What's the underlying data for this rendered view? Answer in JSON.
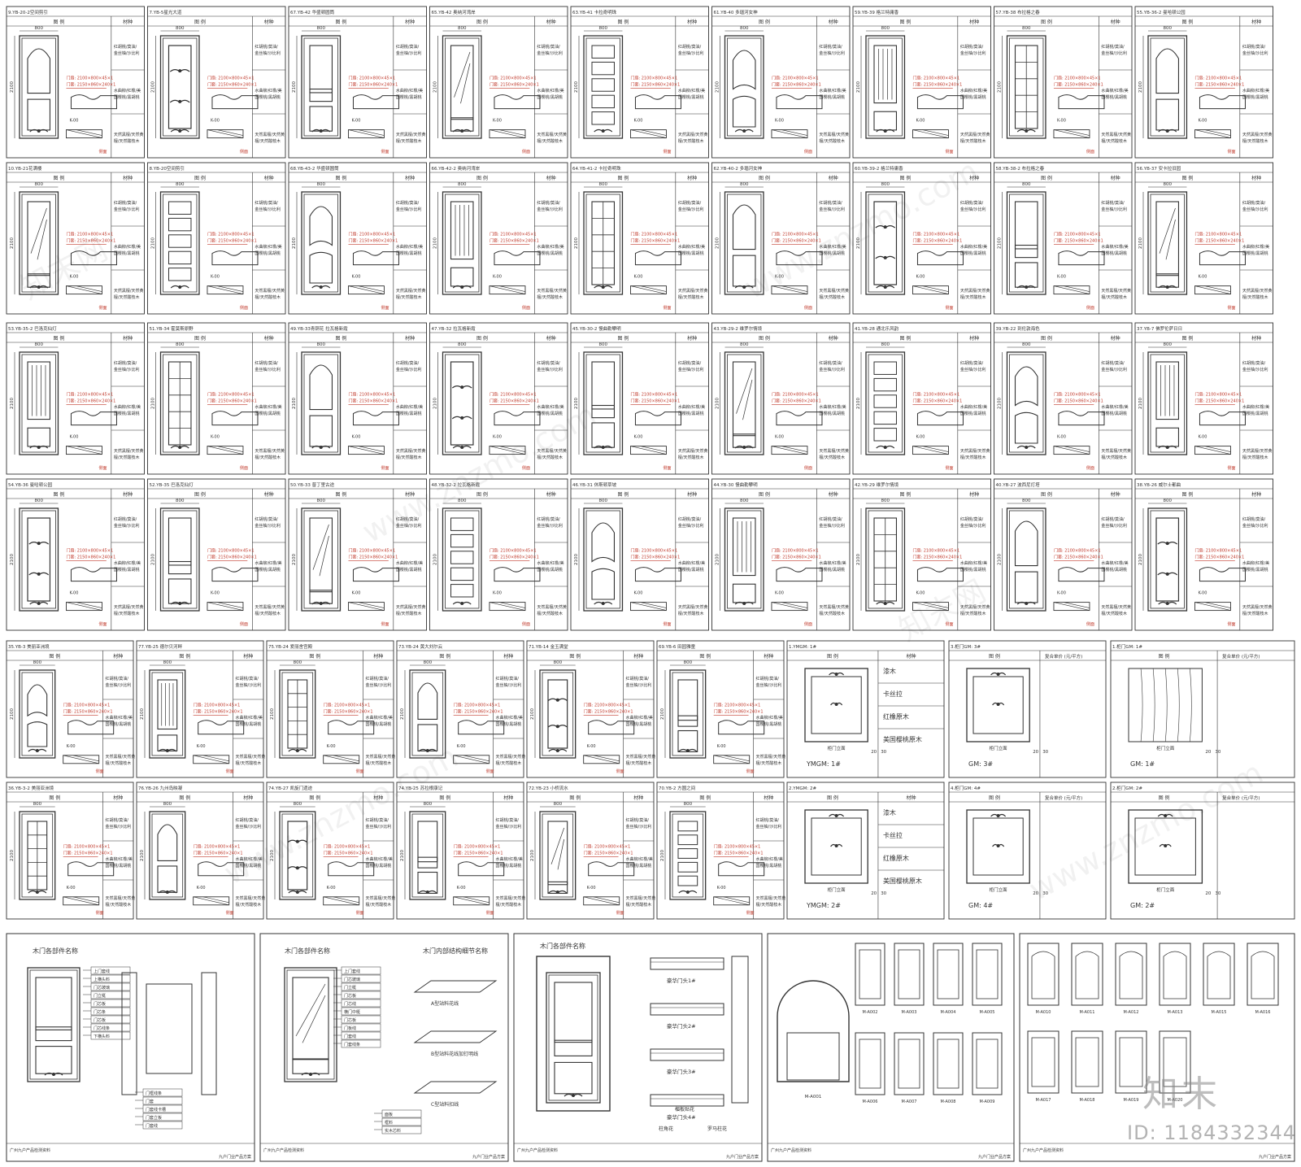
{
  "sheet": {
    "header_left": "图 例",
    "header_right": "材种",
    "dim_width": "800",
    "dim_height": "2100",
    "material_labels": [
      "红胡桃/莫油/金丝柚/沙比利",
      "水曲柳/红橡/美国樱桃/黑胡桃",
      "天然黑檀/天然黄檀/天然酸枝木"
    ],
    "material_labels_alt": [
      "红胡桃/莫油/金丝柚/沙比利",
      "水曲柳/红橡/美国樱桃/黑胡桃",
      "天然黑檀/天然黄檀/天然酸枝木"
    ],
    "door_size_1": "门扇: 2100×800×45×1",
    "door_size_2": "门套: 2150×860×240×1",
    "profile_code": "K-00",
    "section_label": "侧面",
    "color_accent": "#c0392b",
    "color_line": "#333333"
  },
  "row1_titles": [
    "9.YB-20-2空间剪引",
    "7.YB-5星光大道",
    "67.YB-42 华盛顿圆筒",
    "65.YB-42 奥纳河湾岸",
    "63.YB-41 卡拉奇明珠",
    "61.YB-40 多瑙河女神",
    "59.YB-39 格兰特庸香",
    "57.YB-38 布拉格之春",
    "55.YB-36-2 曼哈顿公园"
  ],
  "row2_titles": [
    "10.YB-21花满楼",
    "8.YB-20空间剪引",
    "68.YB-43-2 华盛顿圆筒",
    "66.YB-42-2 奥纳河湾岸",
    "64.YB-41-2 卡拉奇明珠",
    "62.YB-40-2 多瑙河女神",
    "60.YB-39-2 格兰特庸香",
    "58.YB-38-2 布拉格之春",
    "56.YB-37 安卡拉旧园"
  ],
  "row3_titles": [
    "53.YB-35-2 巴洛克仙灯",
    "51.YB-34 霍莫斯原野",
    "49.YB-33青铜花 拉瓦格新霞",
    "47.YB-32 拉瓦格新霞",
    "45.YB-30-2 慢曲勒攀明",
    "43.YB-29-2 维罗尔情境",
    "41.YB-28 通北乐风韵",
    "39.YB-22 到伦敦海色",
    "37.YB-7 佛罗伦萨日日"
  ],
  "row4_titles": [
    "54.YB-36 曼哈顿公园",
    "52.YB-35 巴洛克仙灯",
    "50.YB-33 普丁里古途",
    "48.YB-32-2 拉瓦格新霞",
    "46.YB-31 休斯顿草坡",
    "44.YB-30 慢曲勒攀明",
    "42.YB-29 维罗尔情境",
    "40.YB-27 波西尼灯塔",
    "38.YB-26 威尔士都曲"
  ],
  "row5_titles": [
    "35.YB-3 美丽亚洲境",
    "77.YB-25 德尔贝河畔",
    "75.YB-24 爱丽舍宫殿",
    "73.YB-24 黄大刘尔云",
    "71.YB-14 金玉满堂",
    "69.YB-6 田园雅童",
    "1.YMGM: 1#",
    "3.柜门GM: 3#",
    "1.柜门GM: 1#"
  ],
  "row6_titles": [
    "36.YB-3-2 美丽亚洲境",
    "76.YB-26 九州岛映凝",
    "74.YB-27 凯旋门遗迹",
    "74.YB-25 苏拉根康记",
    "72.YB-23 小桥流水",
    "70.YB-2 方圆之间",
    "2.YMGM: 2#",
    "4.柜门GM: 4#",
    "2.柜门GM: 2#"
  ],
  "cabinet": {
    "price_header": "复合单价 (元/平方)",
    "materials": [
      "漆木",
      "卡丝拉",
      "红橡原木",
      "美国樱桃原木"
    ],
    "label_gate_section": "柜门立面",
    "tags": [
      "YMGM: 1#",
      "GM: 3#",
      "GM: 1#",
      "YMGM: 2#",
      "GM: 4#",
      "GM: 2#"
    ],
    "dim_a": "20",
    "dim_b": "30"
  },
  "parts": {
    "title_a": "木门各部件名称",
    "title_b": "木门各部件名称",
    "title_c": "木门内部结构细节名称",
    "title_d": "木门各部件名称",
    "labels_a": [
      "上门套线",
      "上横头料",
      "门芯玻璃",
      "门立梃",
      "门芯板",
      "门芯条",
      "门芯板",
      "门芯线条",
      "下横头料",
      "门框线条",
      "门套",
      "门套线卡槽",
      "门套立板",
      "门套线"
    ],
    "labels_b": [
      "上门套线",
      "门芯玻璃",
      "门立梃",
      "门芯板",
      "门芯线",
      "横门中梃",
      "门芯板",
      "门板线",
      "门套线",
      "门套线条"
    ],
    "labels_c": [
      "A型站料花线",
      "B型站料花线加钉明线",
      "C型站料扣线",
      "面板",
      "框料",
      "实木芯料"
    ],
    "labels_d": [
      "豪华门头1#",
      "豪华门头2#",
      "豪华门头3#",
      "豪华门头4#",
      "楣板贴花",
      "柱角花",
      "罗马柱花"
    ],
    "footer_left": "广州九户产品检测资料",
    "footer_right": "九户门业产品方案"
  },
  "panels": {
    "arch_code": "M-A001",
    "codes_row1": [
      "M-A002",
      "M-A003",
      "M-A004",
      "M-A005"
    ],
    "codes_row2": [
      "M-A006",
      "M-A007",
      "M-A008",
      "M-A009"
    ],
    "codes_row3": [
      "M-A010",
      "M-A011",
      "M-A012",
      "M-A013",
      "M-A015",
      "M-A016"
    ],
    "codes_row4": [
      "M-A017",
      "M-A018",
      "M-A019",
      "M-A020"
    ]
  },
  "watermark": {
    "logo": "知末",
    "id": "ID: 1184332344",
    "site": "www.znzmo.com",
    "brand": "知末网"
  }
}
